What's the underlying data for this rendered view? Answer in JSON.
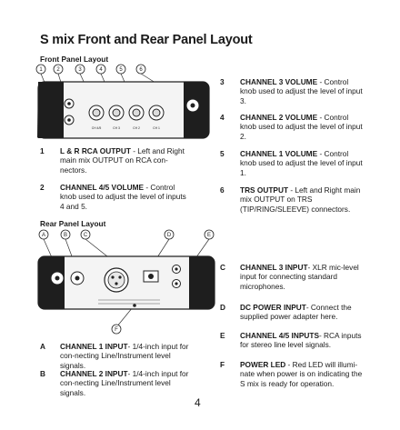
{
  "page": {
    "title": "S mix Front and Rear Panel Layout",
    "number": "4"
  },
  "front_panel": {
    "section_label": "Front Panel Layout",
    "callouts": [
      "1",
      "2",
      "3",
      "4",
      "5",
      "6"
    ],
    "knob_labels": [
      "CH 4/5",
      "CH 3",
      "CH 2",
      "CH 1"
    ],
    "entries": [
      {
        "num": "1",
        "term": "L & R RCA OUTPUT",
        "desc": " - Left and Right main mix OUTPUT on RCA con-nectors."
      },
      {
        "num": "2",
        "term": "CHANNEL 4/5 VOLUME",
        "desc": " - Control knob used to adjust the level of inputs 4 and 5."
      },
      {
        "num": "3",
        "term": "CHANNEL 3 VOLUME",
        "desc": " - Control knob used to adjust the level of input 3."
      },
      {
        "num": "4",
        "term": "CHANNEL 2 VOLUME",
        "desc": " - Control knob used to adjust the level of input 2."
      },
      {
        "num": "5",
        "term": "CHANNEL 1 VOLUME",
        "desc": " - Control knob used to adjust the level of input 1."
      },
      {
        "num": "6",
        "term": "TRS OUTPUT",
        "desc": " - Left and Right main mix OUTPUT on TRS (TIP/RING/SLEEVE) connectors."
      }
    ]
  },
  "rear_panel": {
    "section_label": "Rear Panel Layout",
    "callouts": [
      "A",
      "B",
      "C",
      "D",
      "E",
      "F"
    ],
    "entries": [
      {
        "num": "A",
        "term": "CHANNEL 1 INPUT",
        "desc": "- 1/4-inch input for con-necting Line/Instrument level signals."
      },
      {
        "num": "B",
        "term": "CHANNEL 2 INPUT",
        "desc": "- 1/4-inch input for con-necting Line/Instrument level signals."
      },
      {
        "num": "C",
        "term": "CHANNEL 3  INPUT",
        "desc": "-  XLR mic-level input for connecting standard microphones."
      },
      {
        "num": "D",
        "term": "DC POWER INPUT",
        "desc": "- Connect the supplied power adapter here."
      },
      {
        "num": "E",
        "term": "CHANNEL 4/5 INPUTS",
        "desc": "- RCA inputs for stereo line level signals."
      },
      {
        "num": "F",
        "term": "POWER LED",
        "desc": " - Red LED will illumi-nate when power is on indicating the S mix is ready for operation."
      }
    ]
  }
}
